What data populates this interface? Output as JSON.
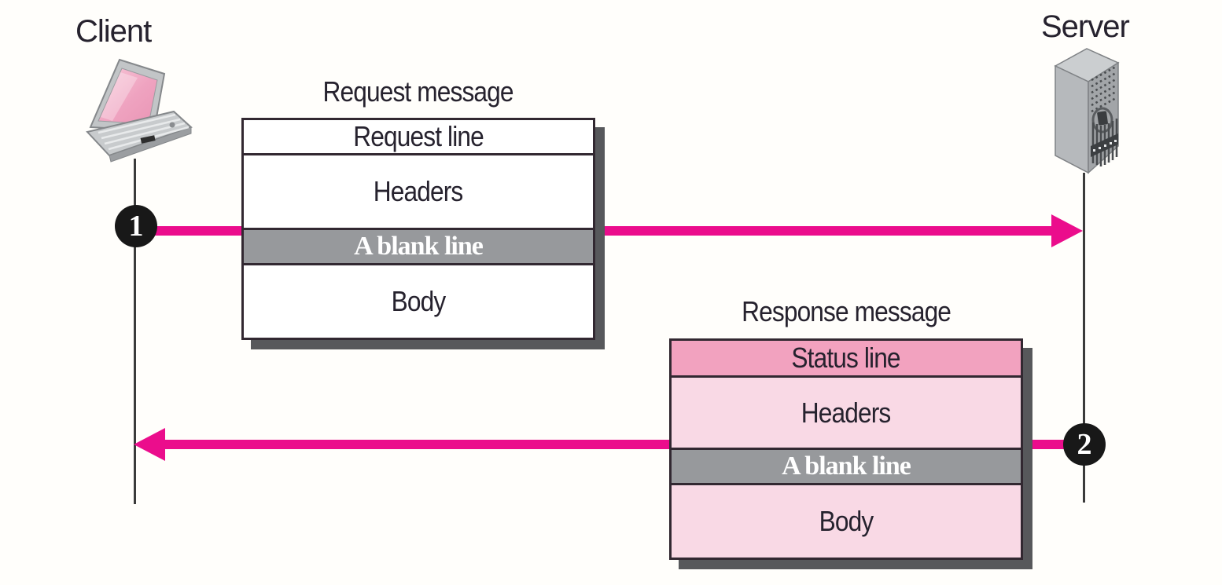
{
  "diagram": {
    "client": {
      "label": "Client",
      "icon": "laptop-icon"
    },
    "server": {
      "label": "Server",
      "icon": "server-tower-icon"
    },
    "request": {
      "title": "Request message",
      "rows": [
        "Request line",
        "Headers",
        "A blank line",
        "Body"
      ],
      "badge": "1",
      "direction": "client-to-server"
    },
    "response": {
      "title": "Response message",
      "rows": [
        "Status line",
        "Headers",
        "A blank line",
        "Body"
      ],
      "badge": "2",
      "direction": "server-to-client"
    },
    "colors": {
      "arrow": "#EB0D8C",
      "status_line_fill": "#F2A2BF",
      "response_fill": "#F9D9E5",
      "blank_line_fill": "#97999C",
      "box_border": "#322831",
      "box_shadow": "#57585B",
      "text": "#26222E",
      "badge_fill": "#181818"
    }
  }
}
